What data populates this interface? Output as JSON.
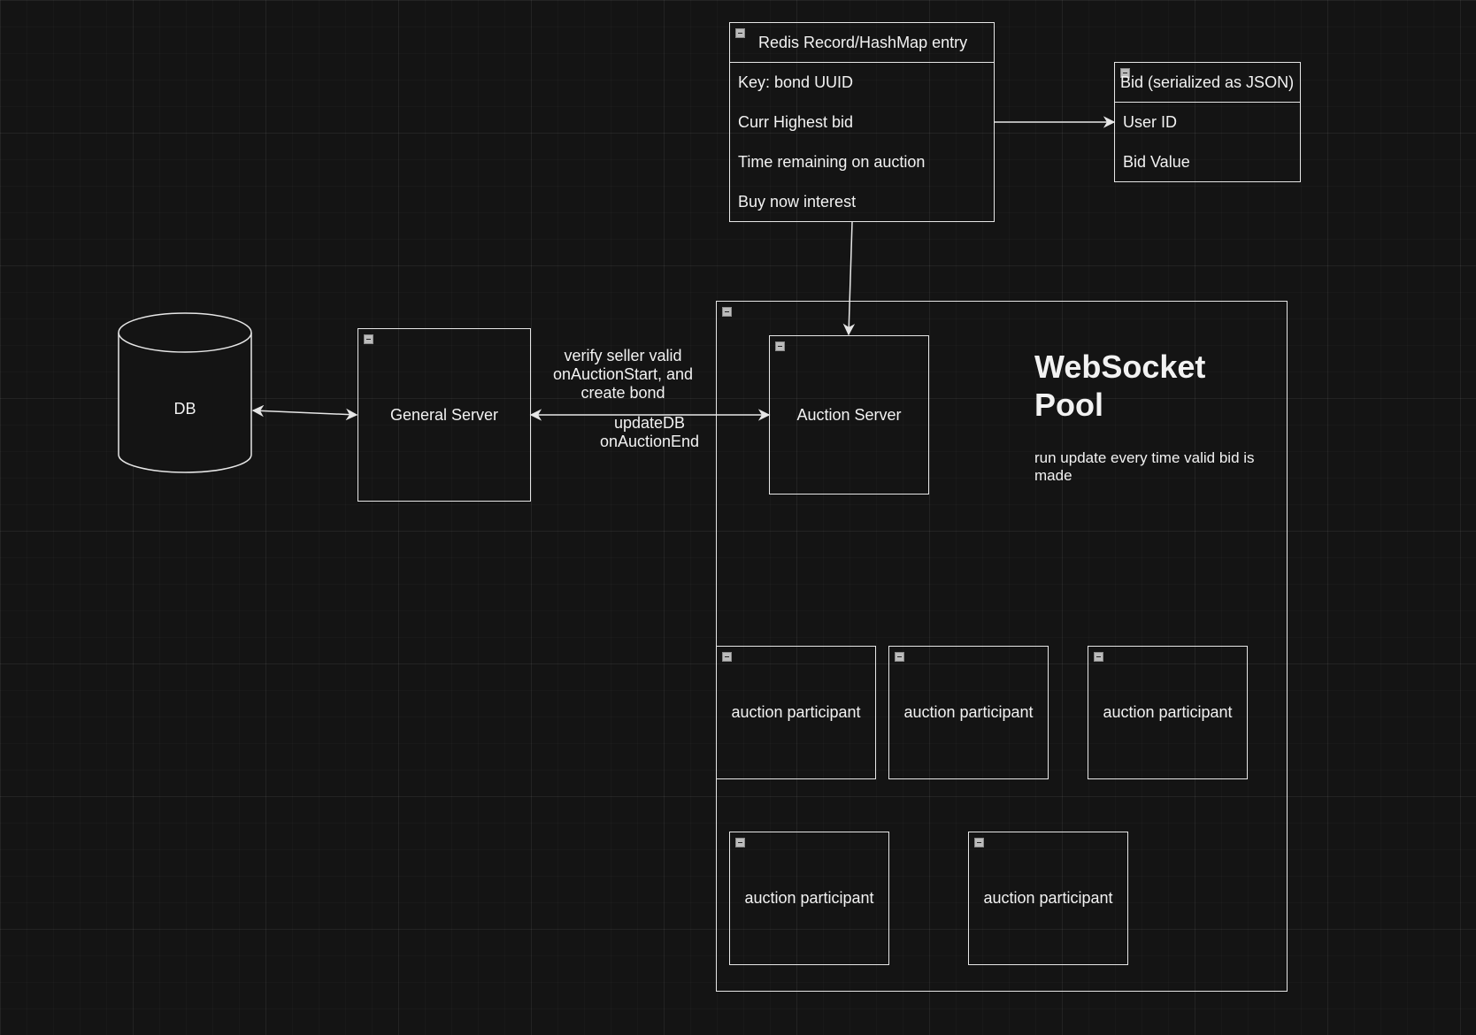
{
  "redis": {
    "title": "Redis Record/HashMap entry",
    "rows": [
      "Key: bond UUID",
      "Curr Highest bid",
      "Time remaining on auction",
      "Buy now interest"
    ]
  },
  "bid": {
    "title": "Bid (serialized as JSON)",
    "rows": [
      "User ID",
      "Bid Value"
    ]
  },
  "db": {
    "label": "DB"
  },
  "general_server": {
    "label": "General Server"
  },
  "auction_server": {
    "label": "Auction Server"
  },
  "pool": {
    "title": "WebSocket Pool",
    "note": "run update every time valid bid is made"
  },
  "participants": [
    "auction participant",
    "auction participant",
    "auction participant",
    "auction participant",
    "auction participant"
  ],
  "edges": {
    "general_to_auction_top": "verify seller valid onAuctionStart, and create bond",
    "general_to_auction_bottom": "updateDB onAuctionEnd"
  },
  "colors": {
    "background": "#141414",
    "stroke": "#e6e6e6",
    "text": "#f2f2f2"
  }
}
